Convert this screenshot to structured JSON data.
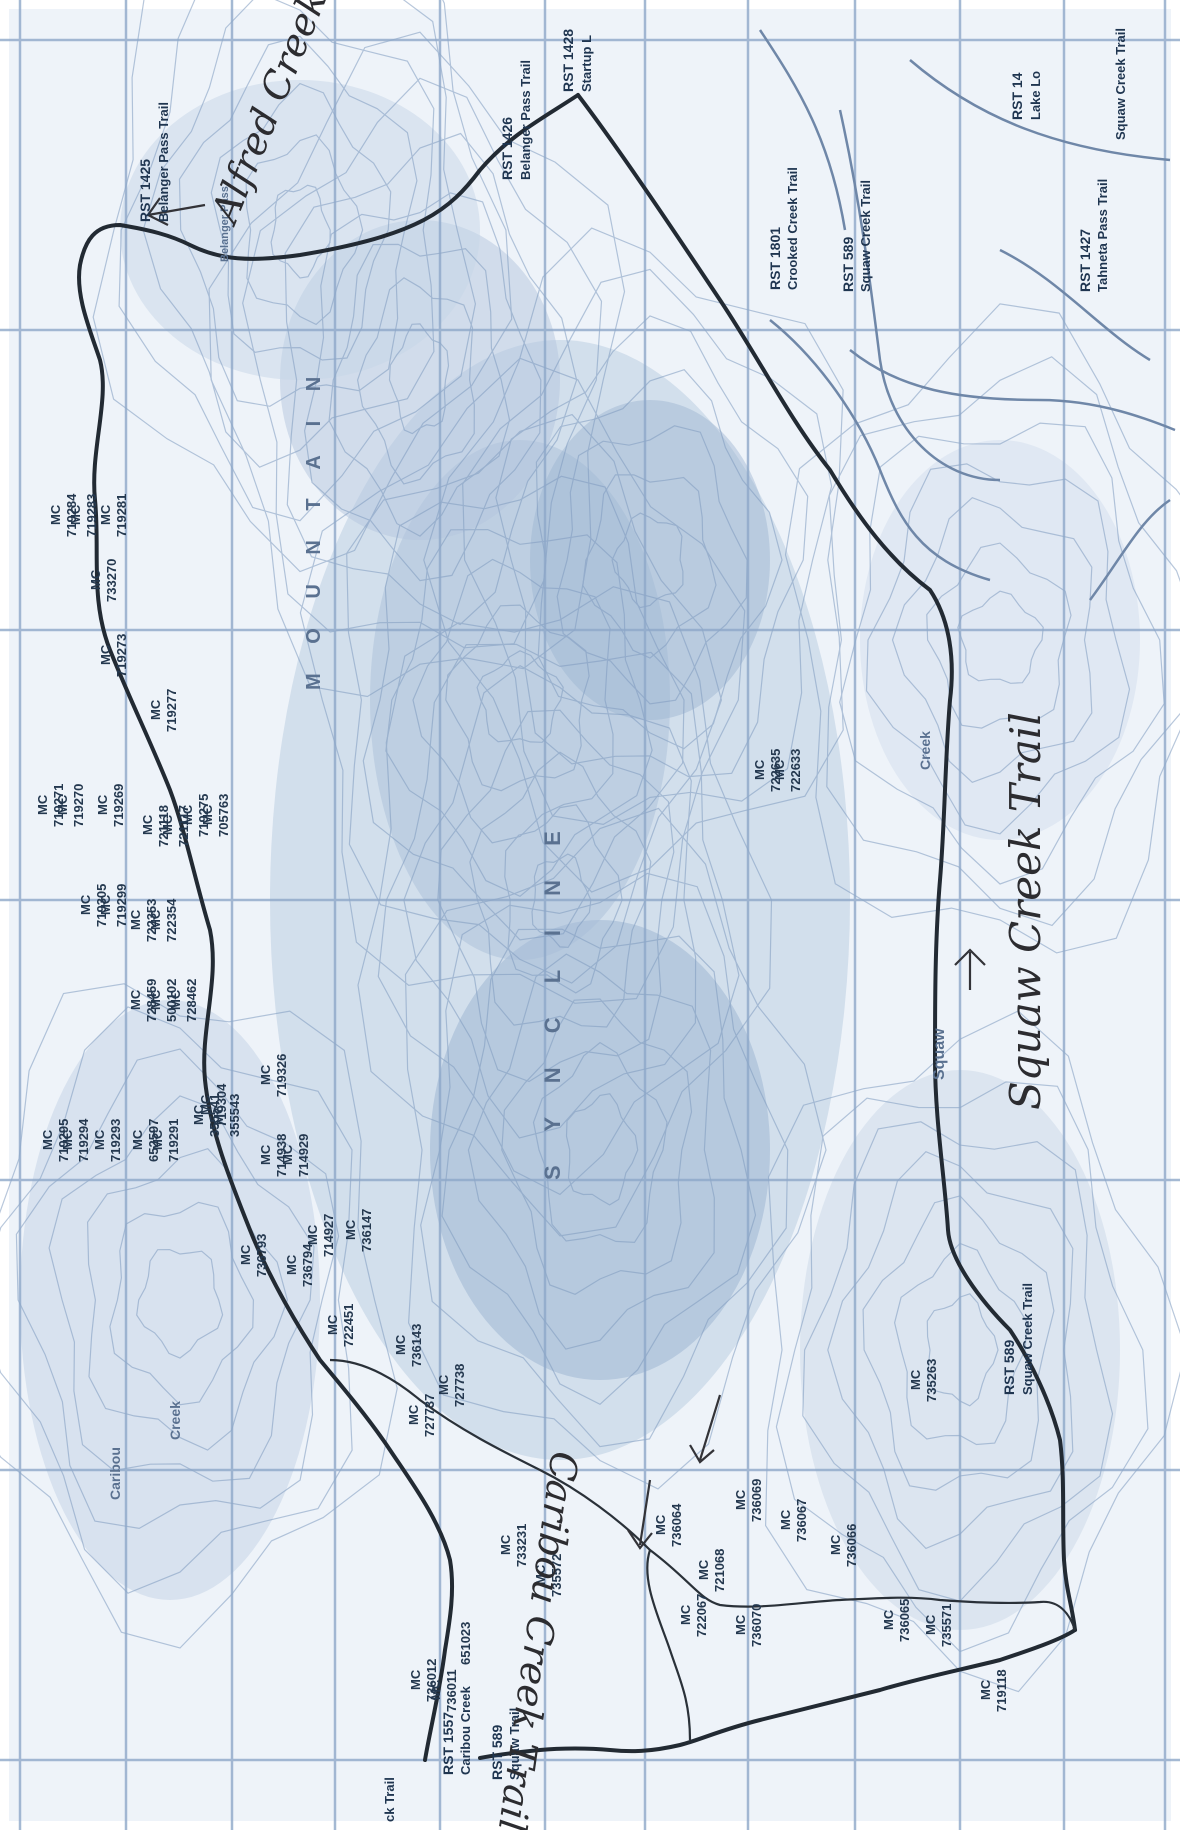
{
  "handwritten": {
    "alfred_creek": "Alfred Creek Trail",
    "squaw_creek": "Squaw Creek Trail",
    "caribou_creek": "Caribou Creek Trail"
  },
  "map_labels": {
    "rst1425_code": "RST 1425",
    "rst1425_name": "Belanger Pass Trail",
    "belanger_pass": "Belanger Pass",
    "rst1426_code": "RST 1426",
    "rst1426_name": "Belanger Pass Trail",
    "rst1428_code": "RST 1428",
    "rst1428_name": "Startup L",
    "rst1801_code": "RST 1801",
    "rst1801_name": "Crooked Creek Trail",
    "rst589a_code": "RST 589",
    "rst589a_name": "Squaw Creek Trail",
    "rst1427_code": "RST 1427",
    "rst1427_name": "Tahneta Pass Trail",
    "rst14_code": "RST 14",
    "rst14_name": "Lake Lo",
    "squaw_creek_trail_right": "Squaw Creek Trail",
    "rst589b_code": "RST 589",
    "rst589b_name": "Squaw Creek Trail",
    "rst1557_code": "RST 1557",
    "rst1557_name": "Caribou Creek",
    "caribou_creek_mc": "651023",
    "rst589c_code": "RST 589",
    "rst589c_name": "Squaw Trail",
    "ck_trail": "ck Trail",
    "syncline": "S Y N C L I N E",
    "mountain": "M O U N T A I N",
    "squaw": "Squaw",
    "creek": "Creek",
    "caribou": "Caribou",
    "creek2": "Creek"
  },
  "mc_claims": [
    "MC 719295",
    "MC 719294",
    "MC 719293",
    "MC 652597",
    "MC 719291",
    "MC 719304",
    "MC 719326",
    "MC 736793",
    "MC 714938",
    "MC 714929",
    "MC 736794",
    "MC 714927",
    "MC 736147",
    "MC 722451",
    "MC 736143",
    "MC 727737",
    "MC 727738",
    "MC 736012",
    "MC 736011",
    "MC 733231",
    "MC 735572",
    "MC 736064",
    "MC 722067",
    "MC 721068",
    "MC 736070",
    "MC 736069",
    "MC 736067",
    "MC 736066",
    "MC 736065",
    "MC 735571",
    "MC 735263",
    "MC 719118",
    "MC 722635",
    "MC 722633",
    "MC 355541",
    "MC 355543",
    "MC 728459",
    "MC 500102",
    "MC 728462",
    "MC 722353",
    "MC 722354",
    "MC 719305",
    "MC 719299",
    "MC 719271",
    "MC 719270",
    "MC 719269",
    "MC 721118",
    "MC 721117",
    "MC 719275",
    "MC 705763",
    "MC 719277",
    "MC 733270",
    "MC 719273",
    "MC 719284",
    "MC 719283",
    "MC 719281"
  ]
}
